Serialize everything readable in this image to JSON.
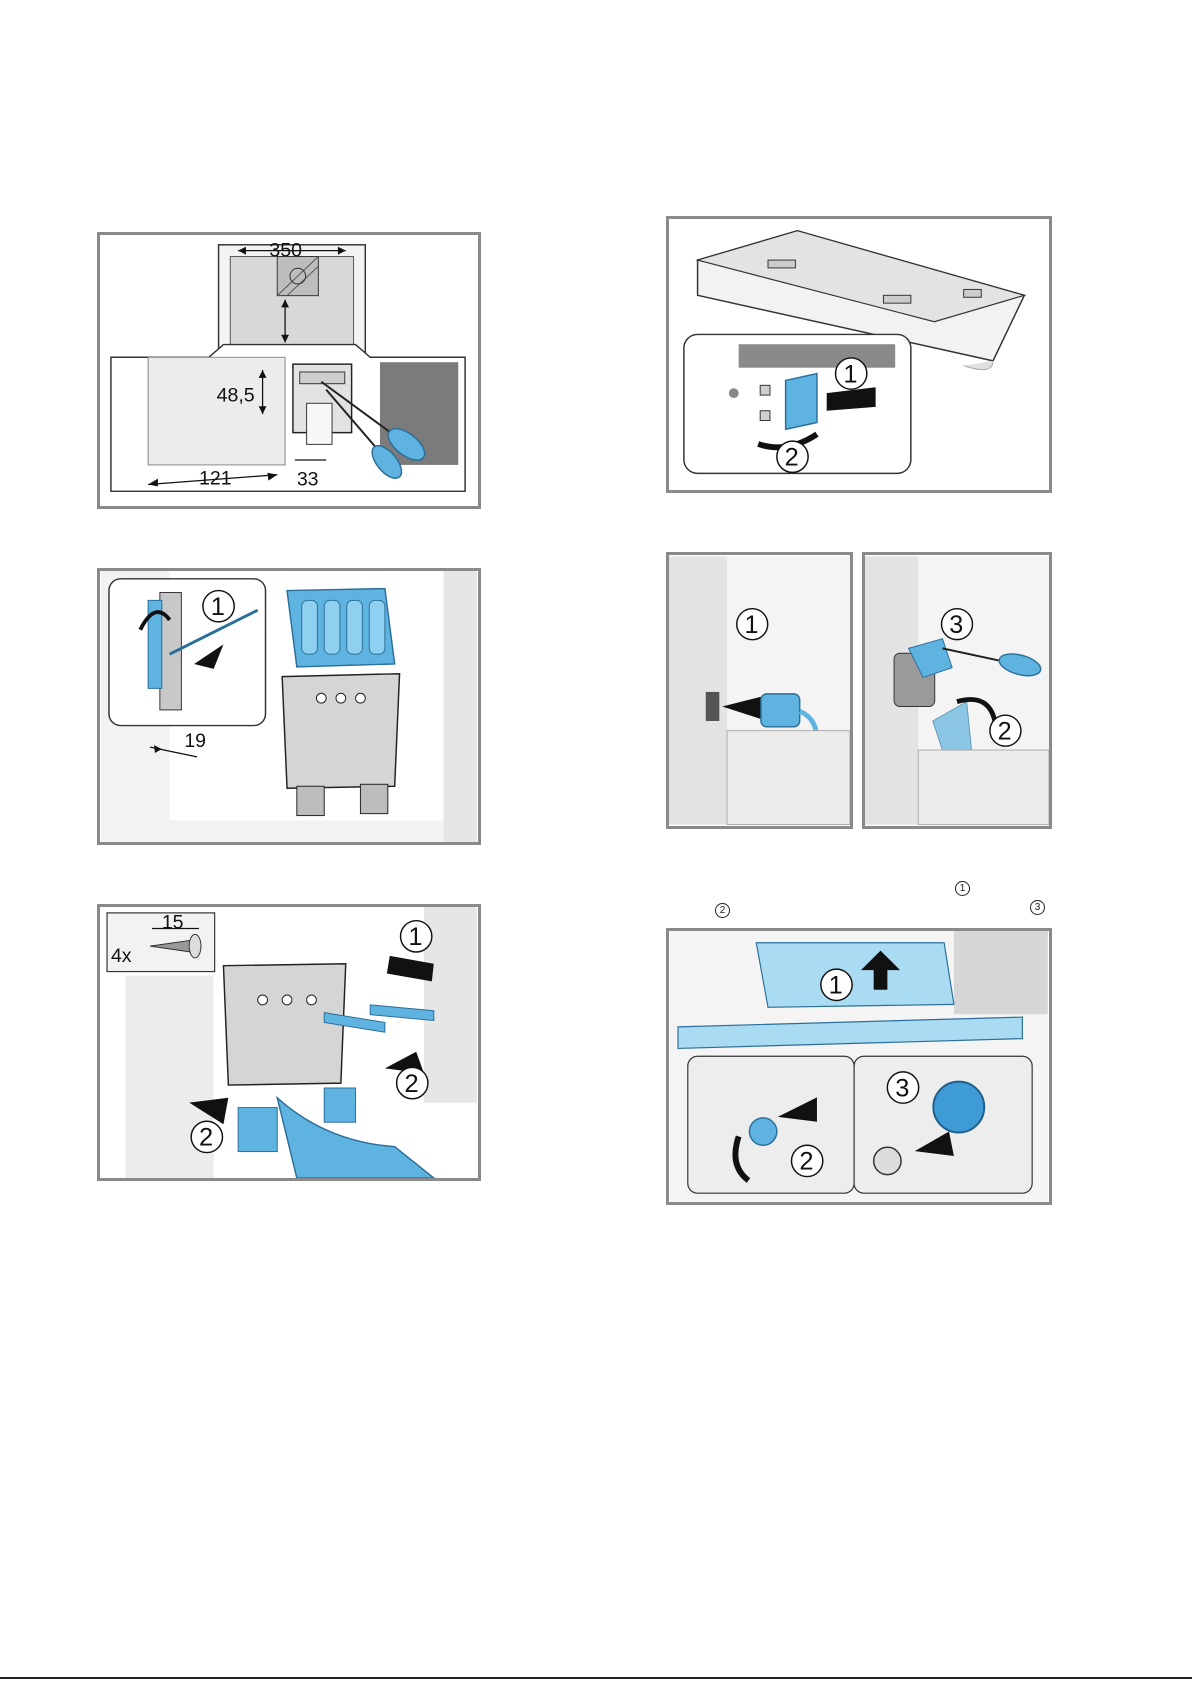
{
  "colors": {
    "accent": "#5fb3e0",
    "accent_dark": "#2b6f9a",
    "panel_border": "#8a8a8a",
    "wall": "#ececec",
    "wall_shade": "#cfcfcf"
  },
  "fig1": {
    "dim_width": "350",
    "dim_height": "48,5",
    "dim_left": "121",
    "dim_gap": "33"
  },
  "fig2": {
    "step1": "1",
    "dim_depth": "19"
  },
  "fig3": {
    "screw_count": "4x",
    "screw_length": "15",
    "step1": "1",
    "step2a": "2",
    "step2b": "2"
  },
  "fig4": {
    "step1": "1",
    "step2": "2"
  },
  "fig5a": {
    "step1": "1"
  },
  "fig5b": {
    "step3": "3",
    "step2": "2"
  },
  "fig6_note": {
    "ref1": "1",
    "ref2": "2",
    "ref3": "3"
  },
  "fig6": {
    "step1": "1",
    "step2": "2",
    "step3": "3"
  }
}
